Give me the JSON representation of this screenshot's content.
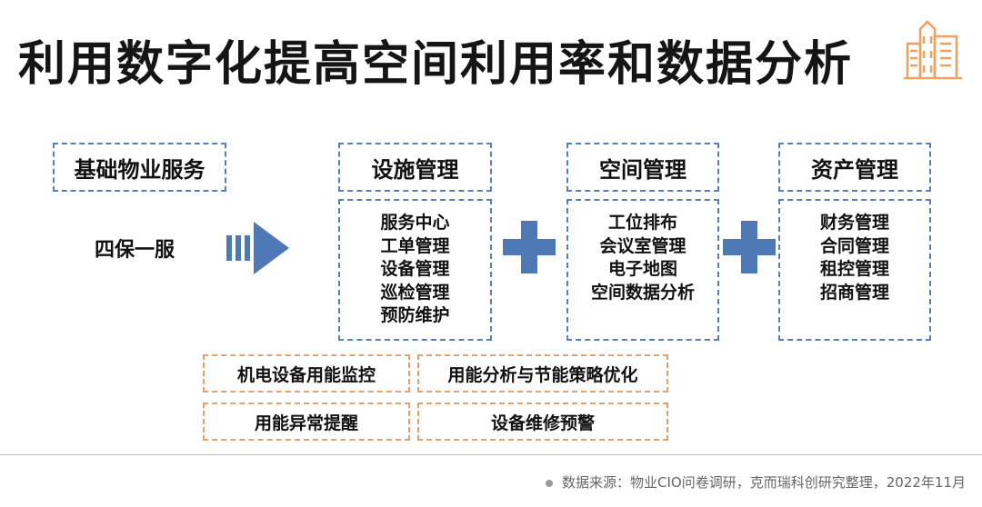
{
  "title": "利用数字化提高空间利用率和数据分析",
  "icons": {
    "logo": "building-outline-icon",
    "arrow": "striped-right-arrow-icon",
    "plus": "plus-icon"
  },
  "colors": {
    "blue": "#4f79b6",
    "blue_border": "#5a7fb0",
    "orange_border": "#e3a26d",
    "logo": "#f0a15f"
  },
  "base_service": {
    "label": "基础物业服务",
    "guarantee": "四保一服"
  },
  "modules": [
    {
      "title": "设施管理",
      "items": [
        "服务中心",
        "工单管理",
        "设备管理",
        "巡检管理",
        "预防维护"
      ]
    },
    {
      "title": "空间管理",
      "items": [
        "工位排布",
        "会议室管理",
        "电子地图",
        "空间数据分析"
      ]
    },
    {
      "title": "资产管理",
      "items": [
        "财务管理",
        "合同管理",
        "租控管理",
        "招商管理"
      ]
    }
  ],
  "capabilities": [
    "机电设备用能监控",
    "用能分析与节能策略优化",
    "用能异常提醒",
    "设备维修预警"
  ],
  "footer": {
    "source": "数据来源：物业CIO问卷调研，克而瑞科创研究整理，2022年11月"
  }
}
